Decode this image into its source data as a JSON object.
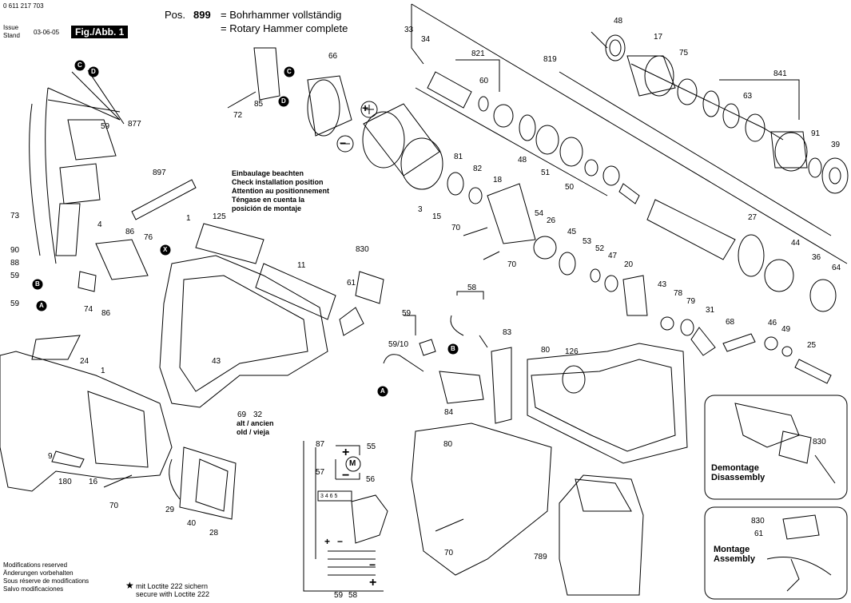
{
  "header": {
    "doc_number": "0 611 217 703",
    "issue_label": "Issue",
    "stand_label": "Stand",
    "issue_date": "03-06-05",
    "fig_label": "Fig./Abb. 1",
    "pos_label": "Pos.",
    "pos_number": "899",
    "title_de": "= Bohrhammer vollständig",
    "title_en": "= Rotary Hammer complete"
  },
  "install_note": [
    "Einbaulage beachten",
    "Check installation position",
    "Attention au positionnement",
    "Téngase en cuenta la",
    "posición de montaje"
  ],
  "alt_note": [
    "alt / ancien",
    "old / vieja"
  ],
  "footer": {
    "mods": [
      "Modifications reserved",
      "Änderungen vorbehalten",
      "Sous réserve de modifications",
      "Salvo modificaciones"
    ],
    "star": "★",
    "loctite": [
      "mit Loctite 222 sichern",
      "secure with Loctite 222"
    ]
  },
  "insets": {
    "disassembly": [
      "Demontage",
      "Disassembly"
    ],
    "assembly": [
      "Montage",
      "Assembly"
    ]
  },
  "wiring": {
    "motor": "M",
    "plus": "+",
    "minus": "−",
    "terminals": "3 4 6 5"
  },
  "markers": [
    "C",
    "D",
    "B",
    "A",
    "X"
  ],
  "part_labels": [
    "899",
    "33",
    "34",
    "821",
    "60",
    "819",
    "48",
    "17",
    "75",
    "841",
    "63",
    "91",
    "39",
    "66",
    "85",
    "72",
    "877",
    "59",
    "897",
    "73",
    "90",
    "88",
    "59",
    "4",
    "86",
    "76",
    "86",
    "74",
    "59",
    "125",
    "1",
    "11",
    "830",
    "61",
    "3",
    "15",
    "81",
    "82",
    "18",
    "51",
    "50",
    "48",
    "27",
    "44",
    "36",
    "64",
    "54",
    "26",
    "45",
    "53",
    "52",
    "47",
    "20",
    "70",
    "70",
    "43",
    "78",
    "79",
    "31",
    "68",
    "46",
    "49",
    "25",
    "24",
    "1",
    "9",
    "180",
    "16",
    "70",
    "29",
    "40",
    "28",
    "43",
    "69",
    "32",
    "58",
    "59",
    "59/10",
    "83",
    "80",
    "126",
    "84",
    "80",
    "87",
    "55",
    "57",
    "56",
    "59",
    "58",
    "70",
    "789",
    "830",
    "61",
    "830"
  ]
}
